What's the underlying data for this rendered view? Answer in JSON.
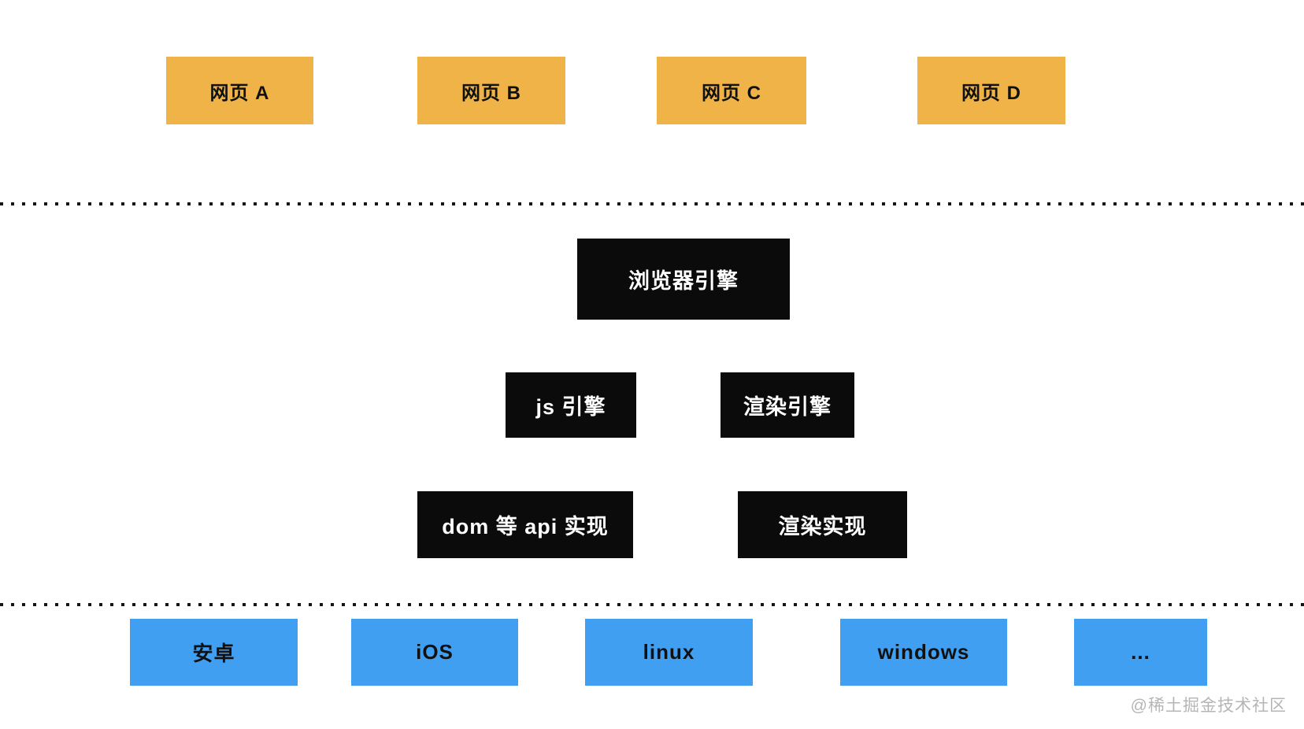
{
  "diagram_title": "browser-architecture",
  "pages": {
    "items": [
      {
        "label": "网页 A"
      },
      {
        "label": "网页 B"
      },
      {
        "label": "网页 C"
      },
      {
        "label": "网页 D"
      }
    ]
  },
  "engine": {
    "root": {
      "label": "浏览器引擎"
    },
    "children": [
      {
        "label": "js 引擎"
      },
      {
        "label": "渲染引擎"
      }
    ],
    "impls": [
      {
        "label": "dom 等 api 实现"
      },
      {
        "label": "渲染实现"
      }
    ]
  },
  "platforms": {
    "items": [
      {
        "label": "安卓"
      },
      {
        "label": "iOS"
      },
      {
        "label": "linux"
      },
      {
        "label": "windows"
      },
      {
        "label": "..."
      }
    ]
  },
  "watermark": {
    "text": "@稀土掘金技术社区"
  },
  "colors": {
    "background": "#FFFFFF",
    "page_box": "#EFB347",
    "platform_box": "#419FF2",
    "node_box": "#0B0B0B",
    "node_text": "#FFFFFF",
    "label_text": "#111111",
    "dotted_line": "#151515",
    "watermark_text": "#B5B5B5"
  }
}
